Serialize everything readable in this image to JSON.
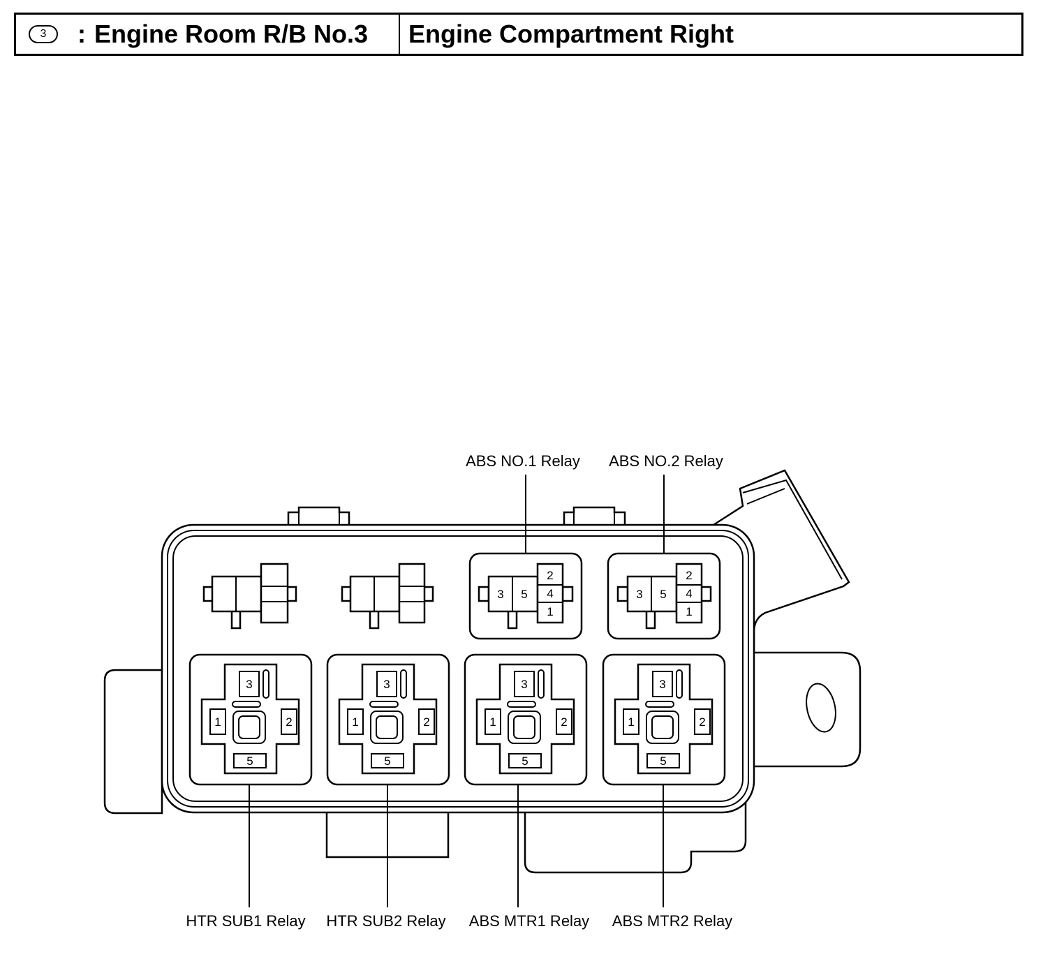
{
  "header": {
    "badge": "3",
    "separator": ":",
    "location_code": "Engine Room R/B No.3",
    "location_name": "Engine Compartment Right"
  },
  "top_relays": [
    {
      "label": "ABS NO.1 Relay",
      "pins": {
        "left_a": "3",
        "left_b": "5",
        "right_top": "2",
        "right_mid": "4",
        "right_bottom": "1"
      }
    },
    {
      "label": "ABS NO.2 Relay",
      "pins": {
        "left_a": "3",
        "left_b": "5",
        "right_top": "2",
        "right_mid": "4",
        "right_bottom": "1"
      }
    }
  ],
  "bottom_relays": [
    {
      "label": "HTR SUB1 Relay",
      "pins": {
        "top": "3",
        "left": "1",
        "right": "2",
        "bottom": "5"
      }
    },
    {
      "label": "HTR SUB2 Relay",
      "pins": {
        "top": "3",
        "left": "1",
        "right": "2",
        "bottom": "5"
      }
    },
    {
      "label": "ABS MTR1 Relay",
      "pins": {
        "top": "3",
        "left": "1",
        "right": "2",
        "bottom": "5"
      }
    },
    {
      "label": "ABS MTR2 Relay",
      "pins": {
        "top": "3",
        "left": "1",
        "right": "2",
        "bottom": "5"
      }
    }
  ]
}
